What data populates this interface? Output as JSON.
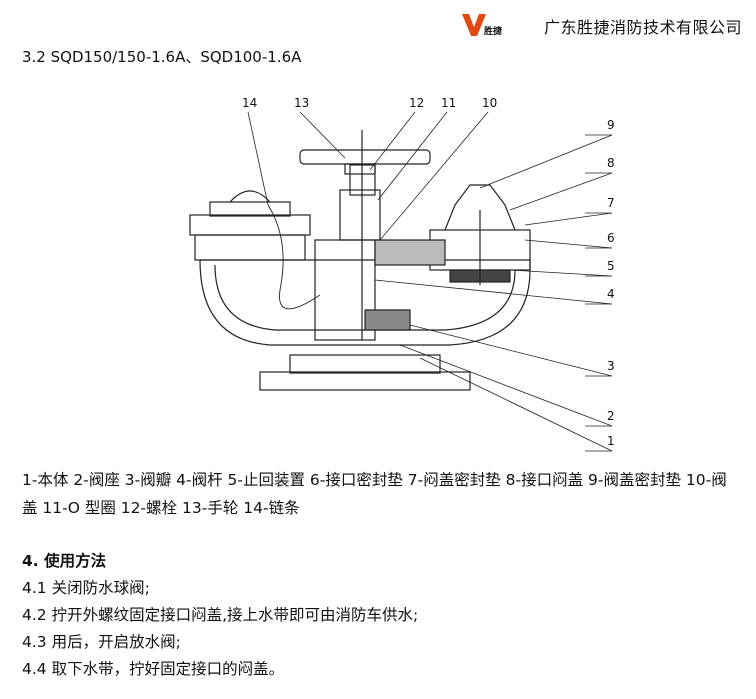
{
  "header": {
    "logo_text": "胜捷",
    "company": "广东胜捷消防技术有限公司",
    "brand_color": "#e04a12"
  },
  "subtitle": "3.2 SQD150/150-1.6A、SQD100-1.6A",
  "diagram": {
    "labels": [
      "14",
      "13",
      "12",
      "11",
      "10",
      "9",
      "8",
      "7",
      "6",
      "5",
      "4",
      "3",
      "2",
      "1"
    ]
  },
  "legend": "1-本体 2-阀座 3-阀瓣 4-阀杆 5-止回装置 6-接口密封垫 7-闷盖密封垫 8-接口闷盖 9-阀盖密封垫 10-阀盖 11-O 型圈 12-螺栓 13-手轮 14-链条",
  "section": {
    "title": "4.  使用方法",
    "steps": [
      "4.1 关闭防水球阀;",
      "4.2 拧开外螺纹固定接口闷盖,接上水带即可由消防车供水;",
      "4.3 用后，开启放水阀;",
      "4.4 取下水带，拧好固定接口的闷盖。"
    ]
  }
}
